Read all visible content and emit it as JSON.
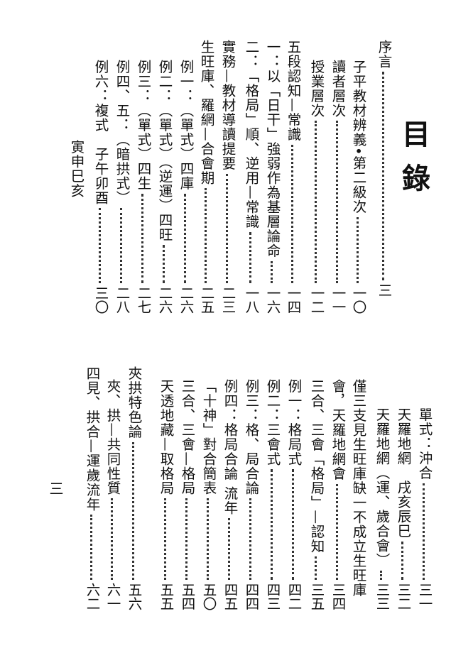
{
  "page_title": "目錄",
  "page_number": "三",
  "top_entries": [
    {
      "text": "序言",
      "page": "三"
    },
    {
      "text": "子平教材辨義•第二級次",
      "page": "一〇"
    },
    {
      "text": "讀者層次",
      "page": "一一"
    },
    {
      "text": "授業層次",
      "page": "一二"
    },
    {
      "text": "五段認知—常識",
      "page": "一四"
    },
    {
      "text": "一：以「日干」強弱作為基層論命",
      "page": "一六"
    },
    {
      "text": "二：「格局」順、逆用—常識",
      "page": "一八"
    },
    {
      "text": "實務—教材導讀提要",
      "page": "二三"
    },
    {
      "text": "生旺庫、羅網—合會期",
      "page": "二五"
    },
    {
      "text": "例一：（單式）四庫",
      "page": "二六"
    },
    {
      "text": "例二：（單式）（逆運）四旺",
      "page": "二六"
    },
    {
      "text": "例三：（單式）四生",
      "page": "二七"
    },
    {
      "text": "例四、五：（暗拱式）",
      "page": "二八"
    },
    {
      "text": "例六：複式　子午卯酉",
      "page": "三〇"
    }
  ],
  "top_continuation": "寅申巳亥",
  "bottom_entries": [
    {
      "text": "單式：沖合",
      "page": "三一"
    },
    {
      "text": "天羅地網　戌亥辰巳",
      "page": "三二"
    },
    {
      "text": "天羅地網（運、歲合會）",
      "page": "三三"
    },
    {
      "text": "僅三支見生旺庫缺一不成立生旺庫",
      "page": ""
    },
    {
      "text": "會，天羅地網會",
      "page": "三四"
    },
    {
      "text": "三合、三會「格局」—認知",
      "page": "三五"
    },
    {
      "text": "例一：格局式",
      "page": "四二"
    },
    {
      "text": "例二：三會式",
      "page": "四三"
    },
    {
      "text": "例三：格、局合論",
      "page": "四四"
    },
    {
      "text": "例四：格局合論 流年",
      "page": "四五"
    },
    {
      "text": "「十神」對合簡表",
      "page": "五〇"
    },
    {
      "text": "三合、三會—格局",
      "page": "五四"
    },
    {
      "text": "天透地藏—取格局",
      "page": "五五"
    },
    {
      "text": "夾拱特色論",
      "page": "五六"
    },
    {
      "text": "夾、拱—共同性質",
      "page": "六一"
    },
    {
      "text": "四見、拱合—運歲流年",
      "page": "六二"
    }
  ]
}
